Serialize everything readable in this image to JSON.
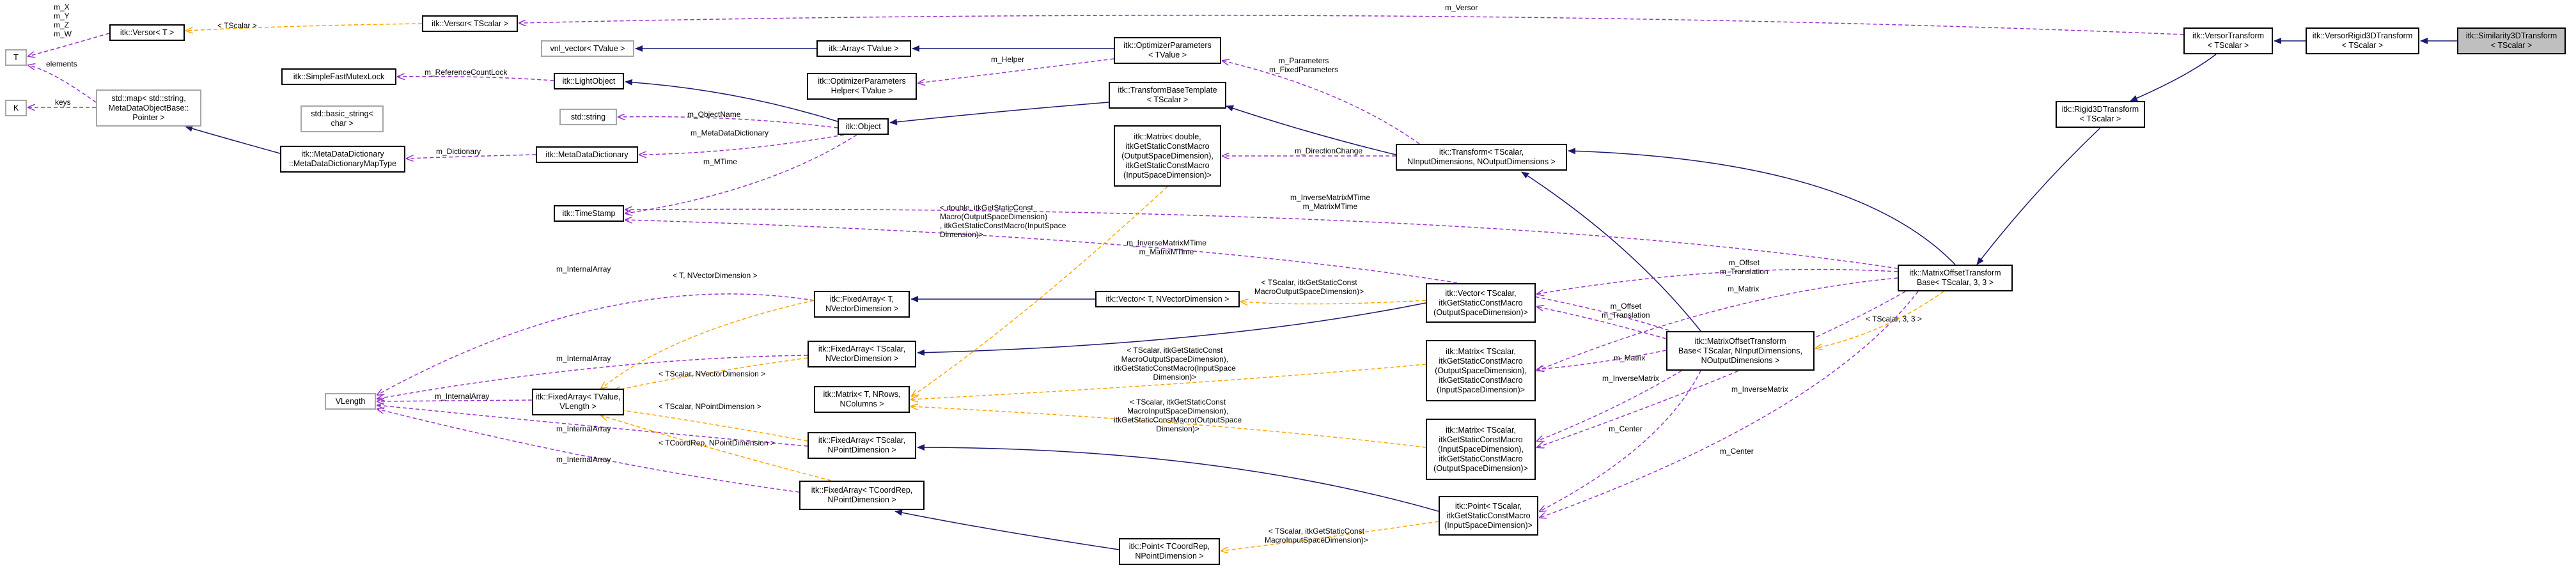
{
  "diagram": {
    "colors": {
      "inherit": "#191970",
      "member": "#9a32cd",
      "template": "#ffa500",
      "box_border": "#000000",
      "external_border": "#a6a6a6",
      "current_fill": "#bfbfbf"
    },
    "nodes": {
      "similarity": [
        "itk::Similarity3DTransform",
        "< TScalar >"
      ],
      "versorRigid": [
        "itk::VersorRigid3DTransform",
        "< TScalar >"
      ],
      "versorTransform": [
        "itk::VersorTransform",
        "< TScalar >"
      ],
      "rigid3d": [
        "itk::Rigid3DTransform",
        "< TScalar >"
      ],
      "matrixOffsetBase": [
        "itk::MatrixOffsetTransform",
        "Base< TScalar, 3, 3 >"
      ],
      "versorT": [
        "itk::Versor< TScalar >"
      ],
      "versorGeneric": [
        "itk::Versor< T >"
      ],
      "tNode": [
        "T"
      ],
      "kNode": [
        "K"
      ],
      "stdMap": [
        "std::map< std::string,",
        "MetaDataObjectBase::",
        "Pointer >"
      ],
      "simpleMutex": [
        "itk::SimpleFastMutexLock"
      ],
      "lightObject": [
        "itk::LightObject"
      ],
      "vnlVector": [
        "vnl_vector< TValue >"
      ],
      "arrayTValue": [
        "itk::Array< TValue >"
      ],
      "optParams": [
        "itk::OptimizerParameters",
        "< TValue >"
      ],
      "optParamsHelper": [
        "itk::OptimizerParameters",
        "Helper< TValue >"
      ],
      "transformBaseTemplate": [
        "itk::TransformBaseTemplate",
        "< TScalar >"
      ],
      "basicString": [
        "std::basic_string<",
        "char >"
      ],
      "stdString": [
        "std::string"
      ],
      "itkObject": [
        "itk::Object"
      ],
      "matrixDouble": [
        "itk::Matrix< double,",
        "itkGetStaticConstMacro",
        "(OutputSpaceDimension),",
        "itkGetStaticConstMacro",
        "(InputSpaceDimension)>"
      ],
      "transform": [
        "itk::Transform< TScalar,",
        "NInputDimensions, NOutputDimensions >"
      ],
      "mddMap": [
        "itk::MetaDataDictionary",
        "::MetaDataDictionaryMapType"
      ],
      "mdd": [
        "itk::MetaDataDictionary"
      ],
      "timeStamp": [
        "itk::TimeStamp"
      ],
      "vlength": [
        "VLength"
      ],
      "faT": [
        "itk::FixedArray< T,",
        "NVectorDimension >"
      ],
      "vectorT": [
        "itk::Vector< T, NVectorDimension >"
      ],
      "vectorTScalar": [
        "itk::Vector< TScalar,",
        "itkGetStaticConstMacro",
        "(OutputSpaceDimension)>"
      ],
      "faTScalarV": [
        "itk::FixedArray< TScalar,",
        "NVectorDimension >"
      ],
      "faTValue": [
        "itk::FixedArray< TValue,",
        "VLength >"
      ],
      "matrixT": [
        "itk::Matrix< T, NRows,",
        "NColumns >"
      ],
      "matrixTScalarA": [
        "itk::Matrix< TScalar,",
        "itkGetStaticConstMacro",
        "(OutputSpaceDimension),",
        "itkGetStaticConstMacro",
        "(InputSpaceDimension)>"
      ],
      "mot": [
        "itk::MatrixOffsetTransform",
        "Base< TScalar, NInputDimensions,",
        "NOutputDimensions >"
      ],
      "faTScalarP": [
        "itk::FixedArray< TScalar,",
        "NPointDimension >"
      ],
      "matrixTScalarB": [
        "itk::Matrix< TScalar,",
        "itkGetStaticConstMacro",
        "(InputSpaceDimension),",
        "itkGetStaticConstMacro",
        "(OutputSpaceDimension)>"
      ],
      "faTCoordRep": [
        "itk::FixedArray< TCoordRep,",
        "NPointDimension >"
      ],
      "pointTScalar": [
        "itk::Point< TScalar,",
        "itkGetStaticConstMacro",
        "(InputSpaceDimension)>"
      ],
      "pointTCoordRep": [
        "itk::Point< TCoordRep,",
        "NPointDimension >"
      ]
    },
    "labels": {
      "mVersor": [
        "m_Versor"
      ],
      "tScalarVersor": [
        "< TScalar >"
      ],
      "mXYZW": [
        "m_X",
        "m_Y",
        "m_Z",
        "m_W"
      ],
      "elements": [
        "elements"
      ],
      "keys": [
        "keys"
      ],
      "mRefCountLock": [
        "m_ReferenceCountLock"
      ],
      "mHelper": [
        "m_Helper"
      ],
      "mParameters": [
        "m_Parameters",
        "m_FixedParameters"
      ],
      "mObjectName": [
        "m_ObjectName"
      ],
      "mMetaDataDictionary": [
        "m_MetaDataDictionary"
      ],
      "mDictionary": [
        "m_Dictionary"
      ],
      "mMTime": [
        "m_MTime"
      ],
      "mDirectionChange": [
        "m_DirectionChange"
      ],
      "inverseMatrixMTime1": [
        "m_InverseMatrixMTime",
        "m_MatrixMTime"
      ],
      "doubleMacro": [
        "< double, itkGetStaticConst",
        "Macro(OutputSpaceDimension)",
        ", itkGetStaticConstMacro(InputSpace",
        "Dimension)>"
      ],
      "inverseMatrixMTime2": [
        "m_InverseMatrixMTime",
        "m_MatrixMTime"
      ],
      "mInternalArray1": [
        "m_InternalArray"
      ],
      "tNVector": [
        "< T, NVectorDimension >"
      ],
      "tScalarOutSpace": [
        "< TScalar, itkGetStaticConst",
        "MacroOutputSpaceDimension)>"
      ],
      "mOffsetTranslation1": [
        "m_Offset",
        "m_Translation"
      ],
      "mMatrix1": [
        "m_Matrix"
      ],
      "tScalar33": [
        "< TScalar, 3, 3 >"
      ],
      "mInternalArray2": [
        "m_InternalArray"
      ],
      "mInternalArray3": [
        "m_InternalArray"
      ],
      "tScalarNVector": [
        "< TScalar, NVectorDimension >"
      ],
      "tScalarMacroA": [
        "< TScalar, itkGetStaticConst",
        "MacroOutputSpaceDimension),",
        "itkGetStaticConstMacro(InputSpace",
        "Dimension)>"
      ],
      "mOffsetTranslation2": [
        "m_Offset",
        "m_Translation"
      ],
      "mMatrix2": [
        "m_Matrix"
      ],
      "tScalarNPoint": [
        "< TScalar, NPointDimension >"
      ],
      "mInverseMatrix1": [
        "m_InverseMatrix"
      ],
      "tScalarMacroB": [
        "< TScalar, itkGetStaticConst",
        "MacroInputSpaceDimension),",
        "itkGetStaticConstMacro(OutputSpace",
        "Dimension)>"
      ],
      "mInverseMatrix2": [
        "m_InverseMatrix"
      ],
      "mInternalArray4": [
        "m_InternalArray"
      ],
      "tCoordRep": [
        "< TCoordRep, NPointDimension >"
      ],
      "mCenter1": [
        "m_Center"
      ],
      "mInternalArray5": [
        "m_InternalArray"
      ],
      "mCenter2": [
        "m_Center"
      ],
      "tScalarInSpace": [
        "< TScalar, itkGetStaticConst",
        "MacroInputSpaceDimension)>"
      ]
    }
  }
}
